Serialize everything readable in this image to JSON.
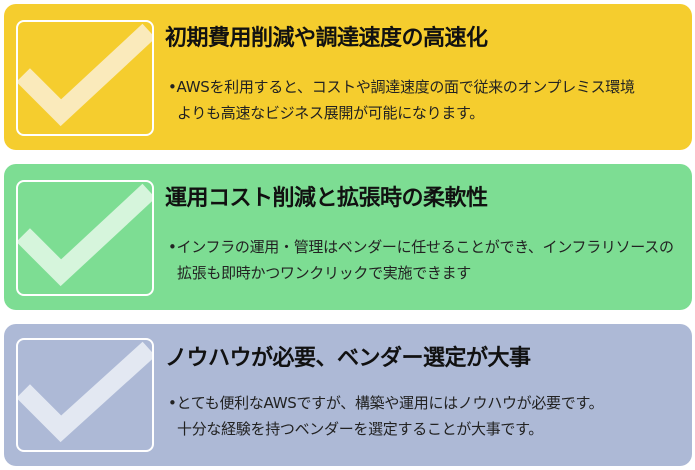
{
  "cards": [
    {
      "title": "初期費用削減や調達速度の高速化",
      "line1": "•AWSを利用すると、コストや調達速度の面で従来のオンプレミス環境",
      "line2": "よりも高速なビジネス展開が可能になります。",
      "bg_color": "#f5cd2e",
      "check_color": "#faeabb",
      "icon": "check-icon"
    },
    {
      "title": "運用コスト削減と拡張時の柔軟性",
      "line1": "•インフラの運用・管理はベンダーに任せることができ、インフラリソースの",
      "line2": "拡張も即時かつワンクリックで実施できます",
      "bg_color": "#7ddd93",
      "check_color": "#d6f5dc",
      "icon": "check-icon"
    },
    {
      "title": "ノウハウが必要、ベンダー選定が大事",
      "line1": "•とても便利なAWSですが、構築や運用にはノウハウが必要です。",
      "line2": "十分な経験を持つベンダーを選定することが大事です。",
      "bg_color": "#adb9d6",
      "check_color": "#e3e8f2",
      "icon": "check-icon"
    }
  ]
}
